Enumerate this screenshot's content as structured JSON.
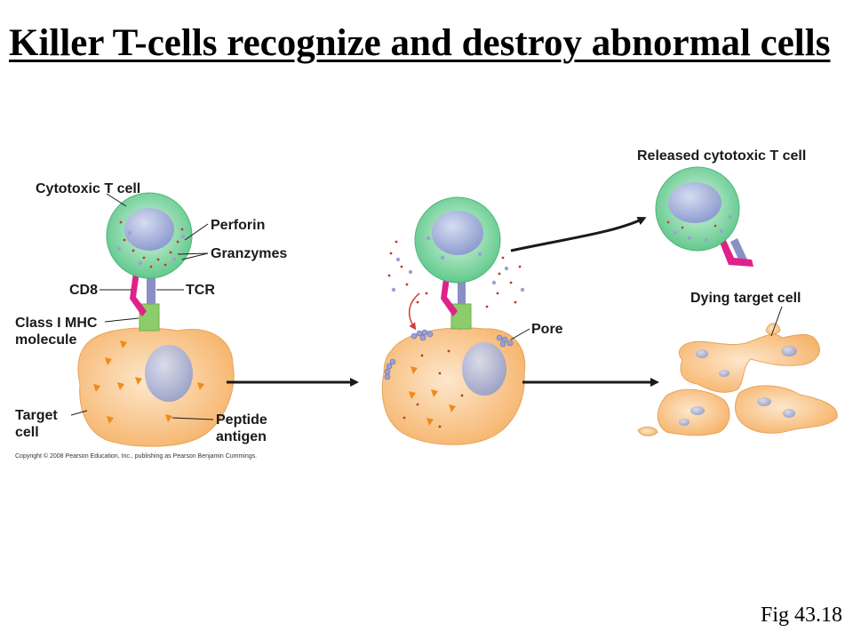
{
  "slide": {
    "title": "Killer T-cells recognize and destroy abnormal cells",
    "caption": "Fig 43.18"
  },
  "diagram": {
    "labels": {
      "cytotoxic_t_cell": "Cytotoxic T cell",
      "perforin": "Perforin",
      "granzymes": "Granzymes",
      "cd8": "CD8",
      "tcr": "TCR",
      "class_i_mhc_line1": "Class I MHC",
      "class_i_mhc_line2": "molecule",
      "target_cell_line1": "Target",
      "target_cell_line2": "cell",
      "peptide_antigen_line1": "Peptide",
      "peptide_antigen_line2": "antigen",
      "pore": "Pore",
      "released_cytotoxic_t_cell": "Released cytotoxic T cell",
      "dying_target_cell": "Dying target cell"
    },
    "copyright": "Copyright © 2008 Pearson Education, Inc., publishing as Pearson Benjamin Cummings."
  },
  "colors": {
    "t_cell": "#7fd9a6",
    "nucleus": "#a6b3dc",
    "target_cell": "#f7c990",
    "cd8": "#e0218a",
    "tcr": "#8a8fc8",
    "mhc": "#8ccc6a",
    "antigen": "#f08a1c",
    "granzyme": "#c0392b",
    "arrow": "#1a1a1a"
  }
}
